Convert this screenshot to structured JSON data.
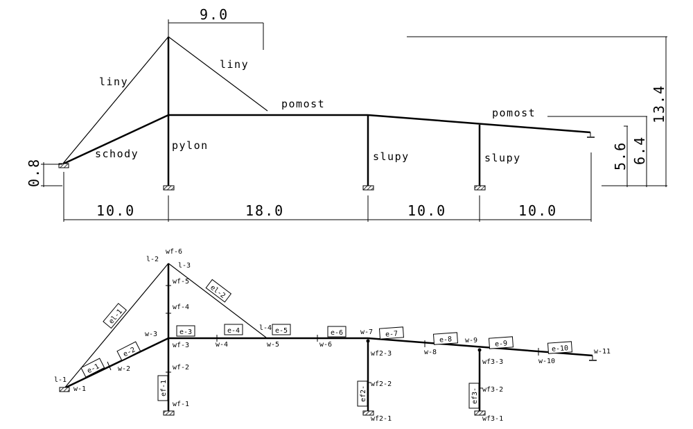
{
  "top_diagram": {
    "member_labels": {
      "liny_left": "liny",
      "liny_right": "liny",
      "pomost_main": "pomost",
      "pomost_right": "pomost",
      "schody": "schody",
      "pylon": "pylon",
      "slupy_1": "slupy",
      "slupy_2": "slupy"
    },
    "dimensions": {
      "top_span": "9.0",
      "span_1": "10.0",
      "span_2": "18.0",
      "span_3": "10.0",
      "span_4": "10.0",
      "left_height": "0.8",
      "right_height_1": "5.6",
      "right_height_2": "6.4",
      "right_height_3": "13.4"
    }
  },
  "bottom_diagram": {
    "nodes": {
      "l1": "l-1",
      "l2": "l-2",
      "l3": "l-3",
      "l4": "l-4",
      "w1": "w-1",
      "w2": "w-2",
      "w3": "w-3",
      "w4": "w-4",
      "w5": "w-5",
      "w6": "w-6",
      "w7": "w-7",
      "w8": "w-8",
      "w9": "w-9",
      "w10": "w-10",
      "w11": "w-11",
      "wf1": "wf-1",
      "wf2": "wf-2",
      "wf3": "wf-3",
      "wf4": "wf-4",
      "wf5": "wf-5",
      "wf6": "wf-6",
      "wf2_1": "wf2-1",
      "wf2_2": "wf2-2",
      "wf2_3": "wf2-3",
      "wf3_1": "wf3-1",
      "wf3_2": "wf3-2",
      "wf3_3": "wf3-3"
    },
    "elements": {
      "e1": "e-1",
      "e2": "e-2",
      "e3": "e-3",
      "e4": "e-4",
      "e5": "e-5",
      "e6": "e-6",
      "e7": "e-7",
      "e8": "e-8",
      "e9": "e-9",
      "e10": "e-10",
      "el1": "el-1",
      "el2": "el-2",
      "ef1": "ef-1",
      "ef2": "ef2-",
      "ef3": "ef3-"
    }
  }
}
